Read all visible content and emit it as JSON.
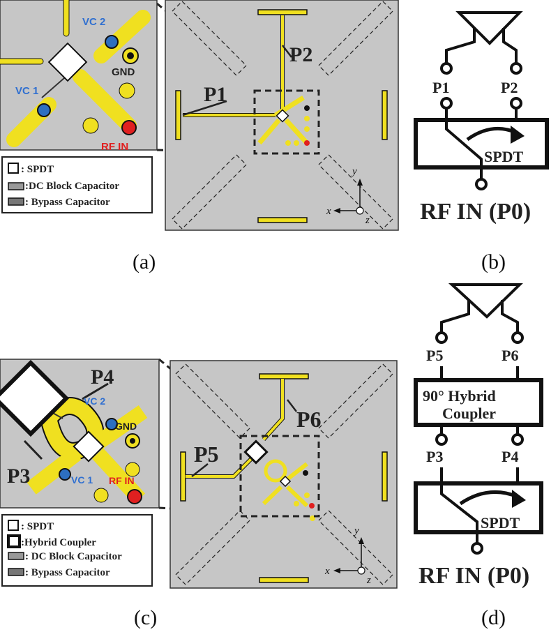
{
  "panels": {
    "a": {
      "caption": "(a)",
      "inset_labels": {
        "vc2": "VC 2",
        "vc1": "VC 1",
        "gnd": "GND",
        "rf_in": "RF IN"
      },
      "ports": {
        "p1": "P1",
        "p2": "P2"
      },
      "legend": {
        "spdt": ": SPDT",
        "dc_block": ":DC Block Capacitor",
        "bypass": ": Bypass Capacitor"
      },
      "axes": {
        "x": "x",
        "y": "y",
        "z": "z"
      }
    },
    "b": {
      "caption": "(b)",
      "ports": {
        "p1": "P1",
        "p2": "P2"
      },
      "spdt": "SPDT",
      "rf_in": "RF IN (P0)"
    },
    "c": {
      "caption": "(c)",
      "inset_labels": {
        "p4": "P4",
        "p3": "P3",
        "vc2": "VC 2",
        "vc1": "VC 1",
        "gnd": "GND",
        "rf_in": "RF IN"
      },
      "ports": {
        "p5": "P5",
        "p6": "P6"
      },
      "legend": {
        "spdt": ": SPDT",
        "hybrid": ":Hybrid Coupler",
        "dc_block": ": DC Block Capacitor",
        "bypass": ": Bypass Capacitor"
      },
      "axes": {
        "x": "x",
        "y": "y",
        "z": "z"
      }
    },
    "d": {
      "caption": "(d)",
      "ports": {
        "p5": "P5",
        "p6": "P6",
        "p3": "P3",
        "p4": "P4"
      },
      "coupler_line1": "90° Hybrid",
      "coupler_line2": "Coupler",
      "spdt": "SPDT",
      "rf_in": "RF IN (P0)"
    }
  },
  "colors": {
    "board": "#c6c6c6",
    "trace": "#f0e020",
    "vc_blue": "#2d6fc0",
    "rf_red": "#e02020",
    "label_blue": "#2f6fd0"
  }
}
